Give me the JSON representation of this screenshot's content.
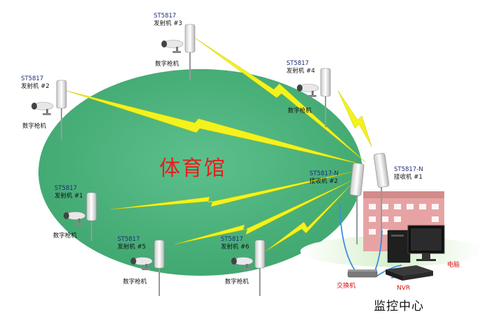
{
  "title": "体育馆",
  "center_label": "监控中心",
  "transmitters": [
    {
      "model": "ST5817",
      "name": "发射机 #3",
      "camera": "数字枪机"
    },
    {
      "model": "ST5817",
      "name": "发射机 #2",
      "camera": "数字枪机"
    },
    {
      "model": "ST5817",
      "name": "发射机 #4",
      "camera": "数字枪机"
    },
    {
      "model": "ST5817",
      "name": "发射机 #1",
      "camera": "数字枪机"
    },
    {
      "model": "ST5817",
      "name": "发射机 #5",
      "camera": "数字枪机"
    },
    {
      "model": "ST5817",
      "name": "发射机 #6",
      "camera": "数字枪机"
    }
  ],
  "receivers": [
    {
      "model": "ST5817-N",
      "name": "接收机 #2"
    },
    {
      "model": "ST5817-N",
      "name": "接收机 #1"
    }
  ],
  "devices": {
    "switch": "交换机",
    "nvr": "NVR",
    "computer": "电脑"
  },
  "colors": {
    "field": "#4fb581",
    "link": "#ffff33",
    "title": "#e0211d",
    "building": "#e9a0a0"
  }
}
